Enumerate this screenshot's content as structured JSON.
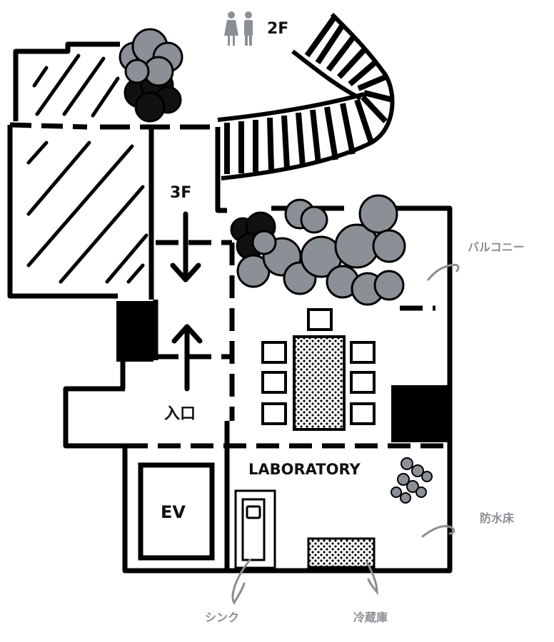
{
  "labels": {
    "floor_2f": "2F",
    "floor_3f": "3F",
    "entrance": "入口",
    "elevator": "EV",
    "laboratory": "LABORATORY",
    "balcony": "バルコニー",
    "waterproof_floor": "防水床",
    "sink": "シンク",
    "refrigerator": "冷蔵庫"
  },
  "icons": [
    "restroom-icon",
    "stairs-icon",
    "tree-icon",
    "arrow-down-icon",
    "arrow-up-icon"
  ],
  "colors": {
    "wall": "#000000",
    "foliage": "#8a9096",
    "dark_foliage": "#111111",
    "annotation": "#8a8e92"
  }
}
